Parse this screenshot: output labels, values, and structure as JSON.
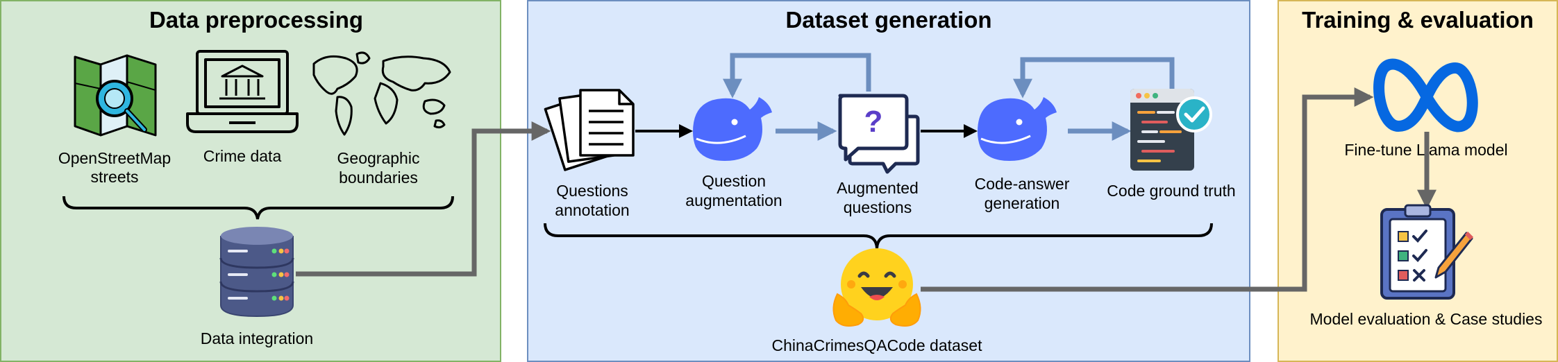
{
  "panels": {
    "preprocessing": {
      "title": "Data preprocessing",
      "osm_line1": "OpenStreetMap",
      "osm_line2": "streets",
      "crime_data": "Crime data",
      "geo_line1": "Geographic",
      "geo_line2": "boundaries",
      "integration": "Data integration"
    },
    "generation": {
      "title": "Dataset generation",
      "qa_line1": "Questions",
      "qa_line2": "annotation",
      "aug_line1": "Question",
      "aug_line2": "augmentation",
      "augq_line1": "Augmented",
      "augq_line2": "questions",
      "code_line1": "Code-answer",
      "code_line2": "generation",
      "ground_truth": "Code ground truth",
      "dataset": "ChinaCrimesQACode dataset"
    },
    "training": {
      "title": "Training & evaluation",
      "finetune": "Fine-tune Llama model",
      "evaluation": "Model evaluation & Case studies"
    }
  },
  "colors": {
    "preprocessing_bg": "#d5e8d4",
    "preprocessing_border": "#82b366",
    "generation_bg": "#dae8fc",
    "generation_border": "#6c8ebf",
    "training_bg": "#fff2cc",
    "training_border": "#d6b656",
    "connector_gray": "#666666",
    "arrow_blue": "#6c8ebf",
    "whale_blue": "#4d6bfe",
    "meta_blue": "#0668e1"
  },
  "icons": [
    "map-search-icon",
    "laptop-courthouse-icon",
    "world-map-icon",
    "database-icon",
    "documents-icon",
    "whale-icon",
    "question-chat-icon",
    "code-window-icon",
    "hugging-face-icon",
    "meta-infinity-icon",
    "clipboard-checklist-icon"
  ]
}
